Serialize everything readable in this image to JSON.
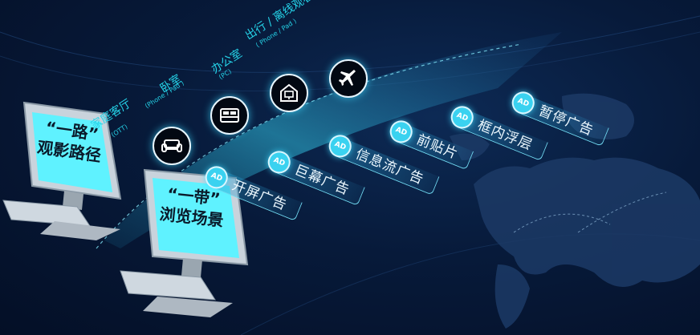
{
  "scenes": [
    {
      "label": "家庭客厅",
      "sub": "(OTT)",
      "icon": "sofa-icon"
    },
    {
      "label": "卧室",
      "sub": "(Phone / Pad )",
      "icon": "bed-icon"
    },
    {
      "label": "办公室",
      "sub": "(PC)",
      "icon": "office-monitor-icon"
    },
    {
      "label": "出行 / 离线观看",
      "sub": "( Phone / Pad )",
      "icon": "airplane-icon"
    }
  ],
  "ad_badge": "AD",
  "ads": [
    "开屏广告",
    "巨幕广告",
    "信息流广告",
    "前贴片",
    "框内浮层",
    "暂停广告"
  ],
  "monitors": [
    {
      "quote": "“一路”",
      "text": "观影路径"
    },
    {
      "quote": "“一带”",
      "text": "浏览场景"
    }
  ],
  "colors": {
    "accent": "#25d3e8",
    "badge": "#3ad2f0",
    "background": "#061530"
  }
}
